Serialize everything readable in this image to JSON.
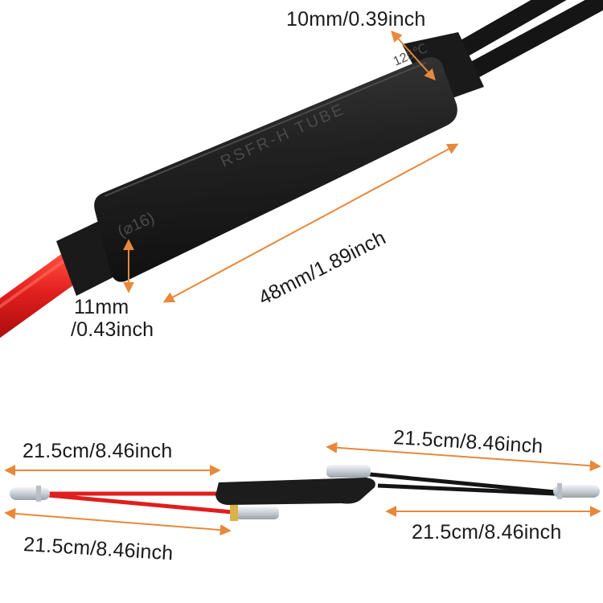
{
  "colors": {
    "background": "#ffffff",
    "tube": "#1e1e1e",
    "wire_black": "#151515",
    "wire_red": "#e01e1e",
    "arrow": "#e8883a",
    "tube_print": "#4a4a4a",
    "connector": "#d9dde2"
  },
  "top_view": {
    "tube_print": "RSFR-H TUBE",
    "diameter_mark": "(⌀16)",
    "temp_mark": "125℃",
    "width_label": "10mm/0.39inch",
    "length_label": "48mm/1.89inch",
    "height_label_line1": "11mm",
    "height_label_line2": "/0.43inch"
  },
  "bottom_view": {
    "left_top_label": "21.5cm/8.46inch",
    "left_bottom_label": "21.5cm/8.46inch",
    "right_top_label": "21.5cm/8.46inch",
    "right_bottom_label": "21.5cm/8.46inch"
  }
}
